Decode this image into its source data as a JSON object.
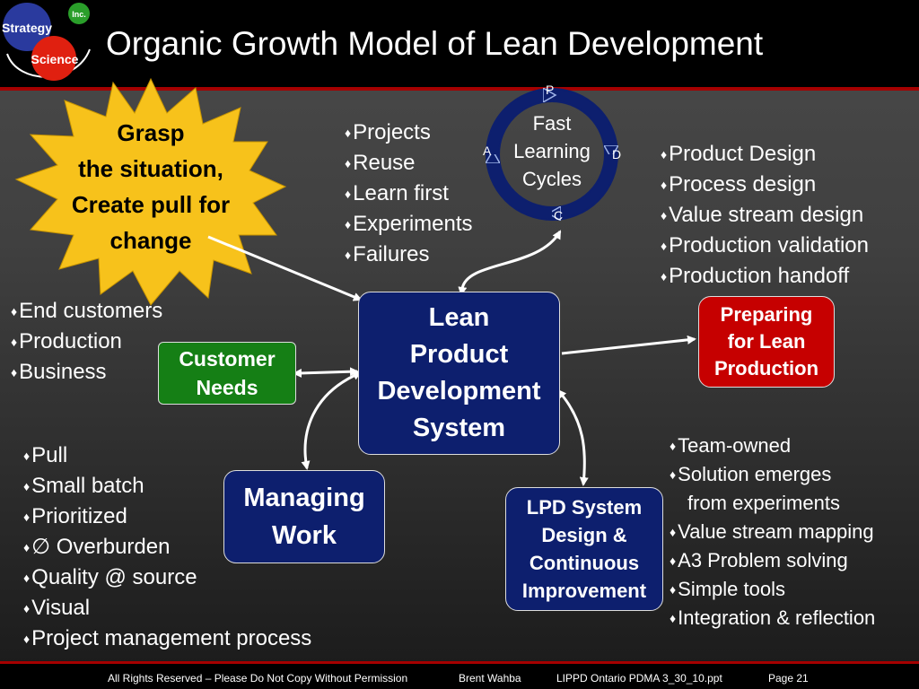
{
  "title": "Organic Growth Model of Lean Development",
  "logo": {
    "top": "Strategy",
    "bottom": "Science",
    "badge": "Inc."
  },
  "starburst": {
    "lines": [
      "Grasp",
      "the situation,",
      "Create pull for",
      "change"
    ]
  },
  "pdca": {
    "center_lines": [
      "Fast",
      "Learning",
      "Cycles"
    ],
    "p": "P",
    "d": "D",
    "c": "C",
    "a": "A"
  },
  "lists": {
    "projects": [
      "Projects",
      "Reuse",
      "Learn first",
      "Experiments",
      "Failures"
    ],
    "product": [
      "Product Design",
      "Process design",
      "Value stream design",
      "Production validation",
      "Production handoff"
    ],
    "customers": [
      "End customers",
      "Production",
      "Business"
    ],
    "work": [
      "Pull",
      "Small batch",
      "Prioritized",
      "∅ Overburden",
      "Quality @ source",
      "Visual",
      "Project management process"
    ],
    "team": [
      "Team-owned",
      "Solution emerges",
      "from experiments",
      "Value stream mapping",
      "A3 Problem solving",
      "Simple tools",
      "Integration & reflection"
    ]
  },
  "boxes": {
    "lpds": [
      "Lean",
      "Product",
      "Development",
      "System"
    ],
    "customer": [
      "Customer",
      "Needs"
    ],
    "preparing": [
      "Preparing",
      "for Lean",
      "Production"
    ],
    "managing": [
      "Managing",
      "Work"
    ],
    "lpd_design": [
      "LPD System",
      "Design &",
      "Continuous",
      "Improvement"
    ]
  },
  "footer": {
    "rights": "All Rights Reserved – Please Do Not Copy Without Permission",
    "author": "Brent Wahba",
    "file": "LIPPD Ontario PDMA 3_30_10.ppt",
    "page": "Page 21"
  },
  "colors": {
    "navy": "#0d1f6e",
    "green": "#157f15",
    "red": "#c60000",
    "star": "#f7c21b",
    "accent_line": "#a50000"
  }
}
